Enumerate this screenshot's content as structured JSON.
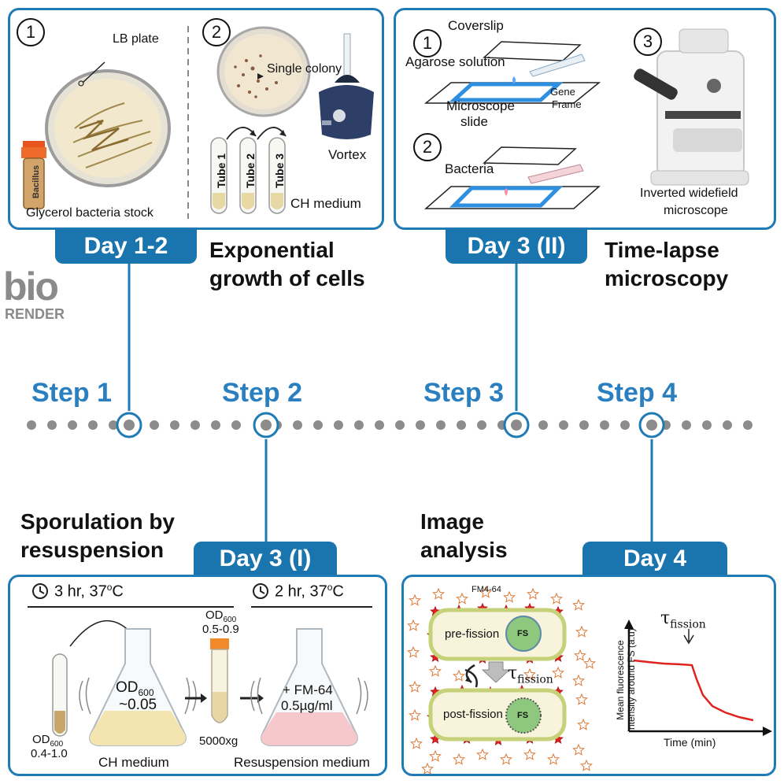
{
  "logo": {
    "line1": "bio",
    "line2": "RENDER"
  },
  "steps": [
    "Step 1",
    "Step 2",
    "Step 3",
    "Step 4"
  ],
  "day12": {
    "tab": "Day 1-2",
    "title_line1": "Exponential",
    "title_line2": "growth of cells",
    "num1": "1",
    "num2": "2",
    "lb_plate": "LB plate",
    "stock": "Glycerol bacteria stock",
    "stock_tube_label": "Bacillus",
    "single_colony": "Single colony",
    "vortex": "Vortex",
    "tube1": "Tube 1",
    "tube2": "Tube 2",
    "tube3": "Tube 3",
    "ch_medium": "CH medium"
  },
  "day3b": {
    "tab": "Day 3 (II)",
    "title_line1": "Time-lapse",
    "title_line2": "microscopy",
    "num1": "1",
    "num2": "2",
    "num3": "3",
    "coverslip": "Coverslip",
    "agarose": "Agarose solution",
    "gene": "Gene",
    "frame": "Frame",
    "slide_line1": "Microscope",
    "slide_line2": "slide",
    "bacteria": "Bacteria",
    "micro_line1": "Inverted widefield",
    "micro_line2": "microscope"
  },
  "day3a": {
    "tab": "Day 3 (I)",
    "title_line1": "Sporulation by",
    "title_line2": "resuspension",
    "time1": "3 hr, 37",
    "time2": "2 hr, 37",
    "sup_o": "o",
    "celsius": "C",
    "od_prefix": "OD",
    "od_sub": "600",
    "od_tube": "0.4-1.0",
    "od_flask": "~0.05",
    "od_falcon": "0.5-0.9",
    "fm": "+ FM-64",
    "fm_conc": "0.5µg/ml",
    "spin": "5000xg",
    "ch_medium": "CH medium",
    "resus": "Resuspension medium"
  },
  "day4": {
    "tab": "Day 4",
    "title_line1": "Image",
    "title_line2": "analysis",
    "fm_label": "FM4-64",
    "pre": "pre-fission",
    "post": "post-fission",
    "fs": "FS",
    "tau": "τ",
    "tau_sub": "fission",
    "ylabel_line1": "Mean fluorescence",
    "ylabel_line2": "intensity around FS (a.u)",
    "xlabel": "Time (min)"
  },
  "colors": {
    "accent": "#1f7bb5",
    "tab": "#1a74ad",
    "step": "#2a7fc0",
    "dot": "#8c8c8c",
    "curve": "#e0231f"
  }
}
